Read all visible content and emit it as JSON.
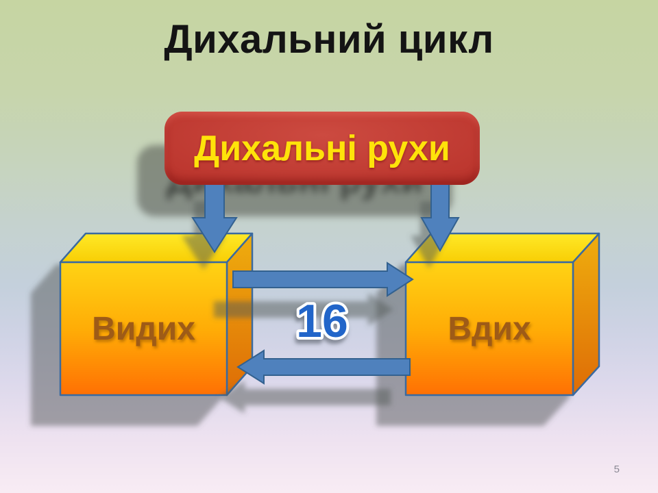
{
  "slide": {
    "title": "Дихальний цикл",
    "page_number": "5"
  },
  "diagram": {
    "top_box": {
      "label": "Дихальні рухи"
    },
    "left_box": {
      "label": "Видих"
    },
    "right_box": {
      "label": "Вдих"
    },
    "rate": {
      "value": "16"
    }
  },
  "colors": {
    "top_box_red": "#b23028",
    "top_box_text_yellow": "#ffe30a",
    "cube_yellow": "#ffd314",
    "cube_orange": "#ff7004",
    "cube_label_brown": "#9e5b17",
    "arrow_blue": "#4f81bd",
    "arrow_outline": "#33618f",
    "rate_blue": "#2065c9",
    "background_top_green": "#c6d5a2",
    "background_bottom_pink": "#f8ecf4"
  }
}
